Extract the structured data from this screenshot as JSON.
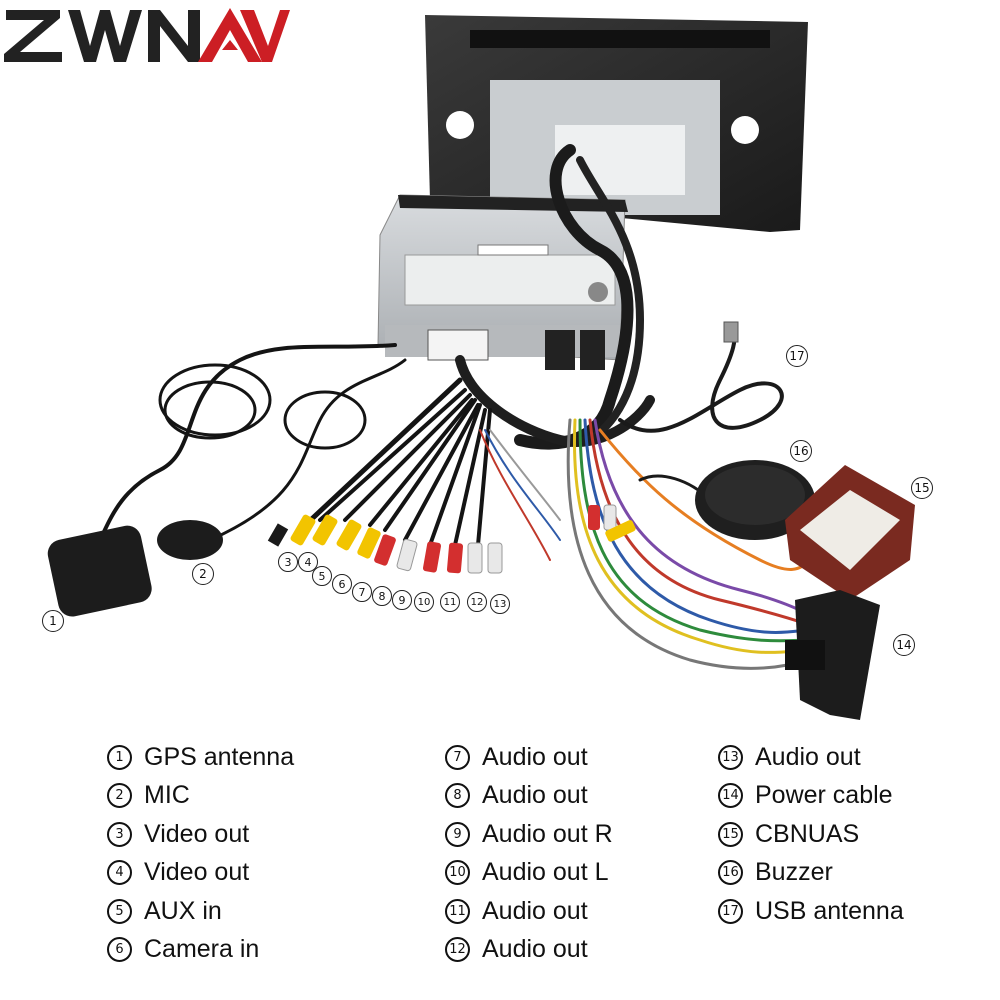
{
  "brand": {
    "logo_text": "ZWNAV",
    "accent": "#cc1e24",
    "dark": "#222222"
  },
  "callouts": [
    "1",
    "2",
    "3",
    "4",
    "5",
    "6",
    "7",
    "8",
    "9",
    "10",
    "11",
    "12",
    "13",
    "14",
    "15",
    "16",
    "17"
  ],
  "legend": {
    "col1": [
      {
        "num": "1",
        "label": "GPS antenna"
      },
      {
        "num": "2",
        "label": "MIC"
      },
      {
        "num": "3",
        "label": "Video out"
      },
      {
        "num": "4",
        "label": "Video out"
      },
      {
        "num": "5",
        "label": "AUX in"
      },
      {
        "num": "6",
        "label": "Camera in"
      }
    ],
    "col2": [
      {
        "num": "7",
        "label": "Audio out"
      },
      {
        "num": "8",
        "label": "Audio out"
      },
      {
        "num": "9",
        "label": "Audio out R"
      },
      {
        "num": "10",
        "label": "Audio out L"
      },
      {
        "num": "11",
        "label": "Audio out"
      },
      {
        "num": "12",
        "label": "Audio out"
      }
    ],
    "col3": [
      {
        "num": "13",
        "label": "Audio out"
      },
      {
        "num": "14",
        "label": "Power cable"
      },
      {
        "num": "15",
        "label": "CBNUAS"
      },
      {
        "num": "16",
        "label": "Buzzer"
      },
      {
        "num": "17",
        "label": "USB antenna"
      }
    ]
  }
}
